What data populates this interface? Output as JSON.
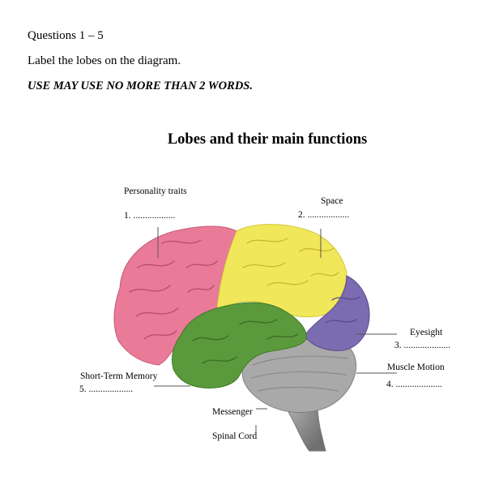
{
  "header": {
    "questions": "Questions 1 – 5",
    "instruction": "Label the lobes on the diagram.",
    "word_limit": "USE MAY USE NO MORE THAN 2 WORDS."
  },
  "diagram": {
    "title": "Lobes and their main functions",
    "lobes": [
      {
        "id": "frontal",
        "color": "#e97b98"
      },
      {
        "id": "parietal",
        "color": "#f1e75a"
      },
      {
        "id": "occipital",
        "color": "#7b6bb0"
      },
      {
        "id": "temporal",
        "color": "#5b9a3c"
      },
      {
        "id": "cerebellum",
        "color": "#a8a8a8"
      },
      {
        "id": "brainstem",
        "color": "#8e8e8e"
      }
    ],
    "labels": {
      "personality": "Personality traits",
      "q1": "1. ..................",
      "space": "Space",
      "q2": "2. ..................",
      "eyesight": "Eyesight",
      "q3": "3. ....................",
      "muscle": "Muscle Motion",
      "q4": "4. ....................",
      "memory": "Short-Term Memory",
      "q5": "5. ...................",
      "messenger": "Messenger",
      "spinal": "Spinal Cord"
    }
  }
}
